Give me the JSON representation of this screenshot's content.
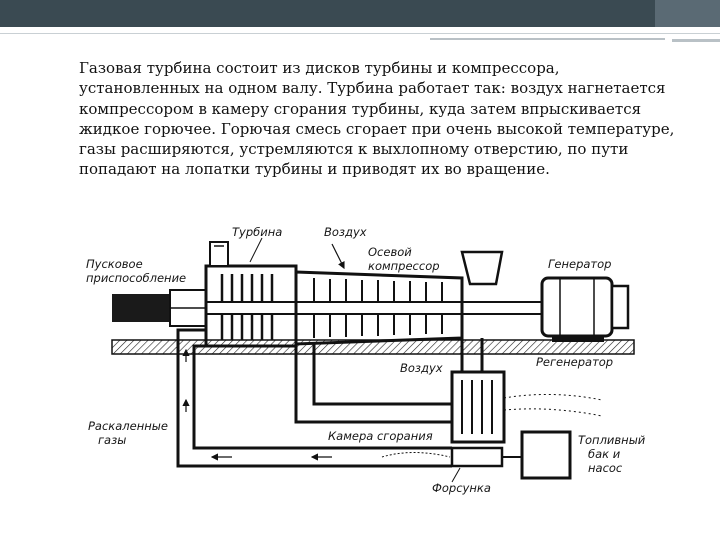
{
  "description_text": "Газовая турбина состоит из дисков турбины и компрессора, установленных на одном валу. Турбина работает так: воздух нагнетается компрессором в камеру сгорания турбины, куда затем впрыскивается жидкое горючее. Горючая смесь сгорает при очень высокой температуре, газы расширяются, устремляются к выхлопному отверстию, по пути попадают на лопатки турбины и приводят их во вращение.",
  "diagram": {
    "labels": {
      "turbine": "Турбина",
      "air_top": "Воздух",
      "axial_compressor_1": "Осевой",
      "axial_compressor_2": "компрессор",
      "generator": "Генератор",
      "starter_1": "Пусковое",
      "starter_2": "приспособление",
      "air_mid": "Воздух",
      "regenerator": "Регенератор",
      "hot_gases_1": "Раскаленные",
      "hot_gases_2": "газы",
      "combustion_chamber": "Камера сгорания",
      "fuel_tank_1": "Топливный",
      "fuel_tank_2": "бак и",
      "fuel_tank_3": "насос",
      "nozzle": "Форсунка"
    }
  }
}
